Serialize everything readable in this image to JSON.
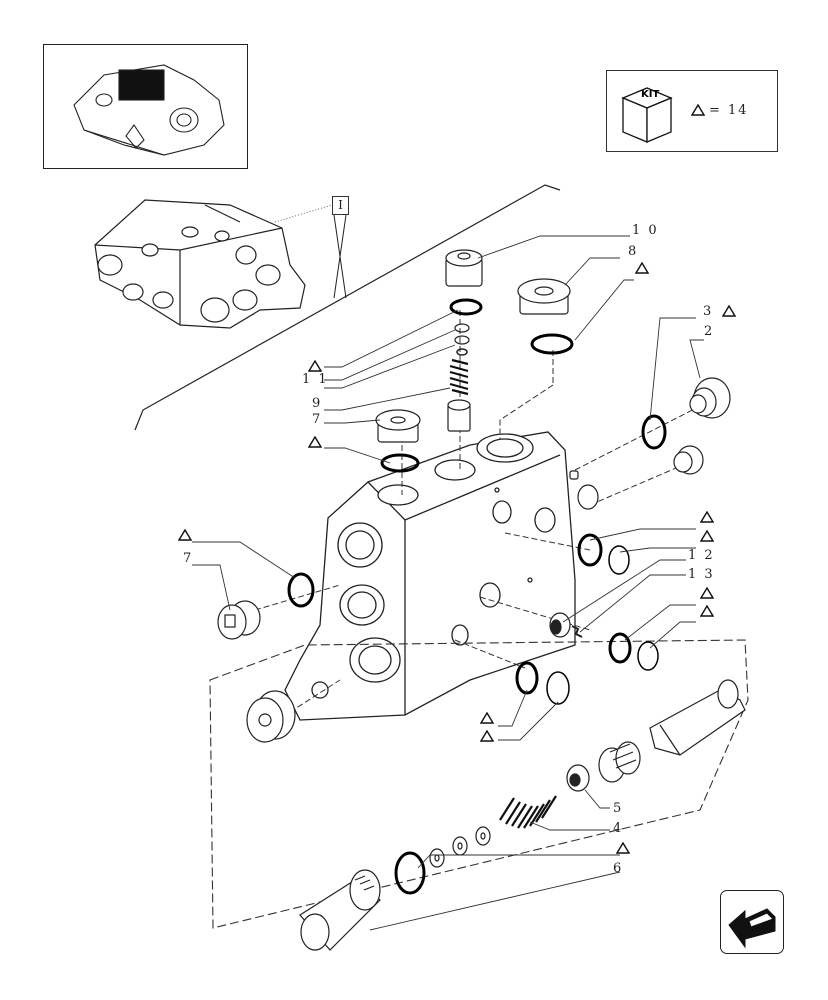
{
  "kit": {
    "label": "KIT",
    "equation": "= 14"
  },
  "reference": {
    "label": "I"
  },
  "callouts": {
    "c1": "1 0",
    "c2": "8",
    "c3": "1 1",
    "c4": "9",
    "c5": "7",
    "c6": "3",
    "c7": "2",
    "c8": "7",
    "c9": "1 2",
    "c10": "1 3",
    "c11": "5",
    "c12": "4",
    "c13": "6"
  },
  "colors": {
    "line": "#222222",
    "shade": "#000000",
    "paper": "#ffffff"
  },
  "icons": {
    "kit": "cube-icon",
    "marker": "triangle-icon",
    "navigation": "arrow-icon"
  }
}
